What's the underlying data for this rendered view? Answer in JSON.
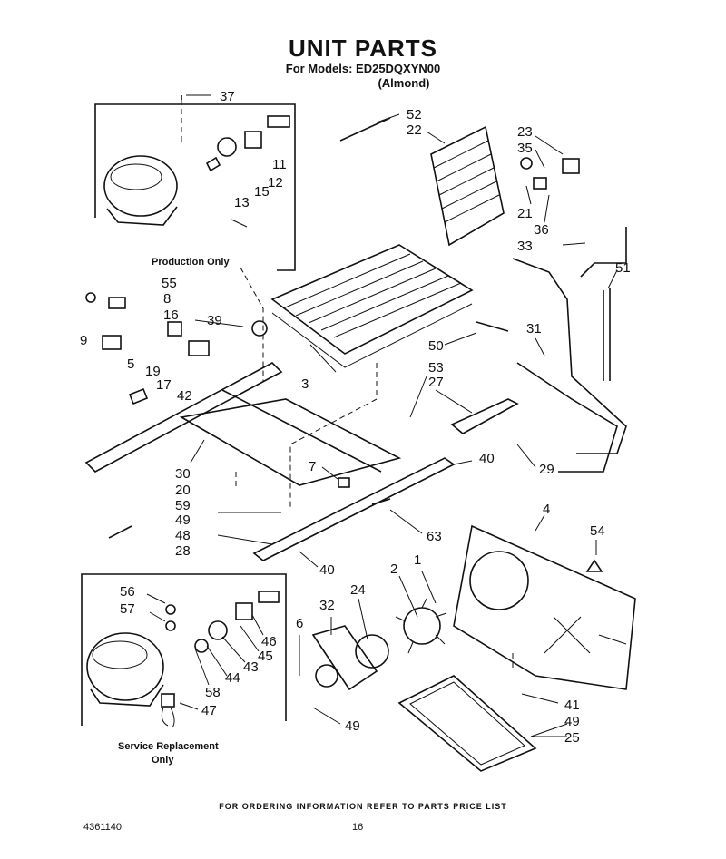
{
  "header": {
    "title": "UNIT PARTS",
    "models": "For Models: ED25DQXYN00",
    "finish": "(Almond)"
  },
  "notes": {
    "production": "Production Only",
    "service_line1": "Service Replacement",
    "service_line2": "Only"
  },
  "callouts": [
    "37",
    "52",
    "22",
    "23",
    "35",
    "11",
    "12",
    "15",
    "13",
    "21",
    "36",
    "33",
    "51",
    "55",
    "8",
    "16",
    "9",
    "39",
    "19",
    "17",
    "42",
    "5",
    "3",
    "50",
    "31",
    "53",
    "27",
    "30",
    "7",
    "40",
    "29",
    "20",
    "59",
    "49",
    "4",
    "48",
    "63",
    "54",
    "28",
    "40",
    "56",
    "57",
    "32",
    "24",
    "2",
    "1",
    "6",
    "46",
    "45",
    "43",
    "44",
    "58",
    "47",
    "41",
    "49",
    "25",
    "49"
  ],
  "footer": {
    "ordering": "FOR ORDERING INFORMATION REFER TO PARTS PRICE LIST",
    "doc_number": "4361140",
    "page_number": "16"
  }
}
